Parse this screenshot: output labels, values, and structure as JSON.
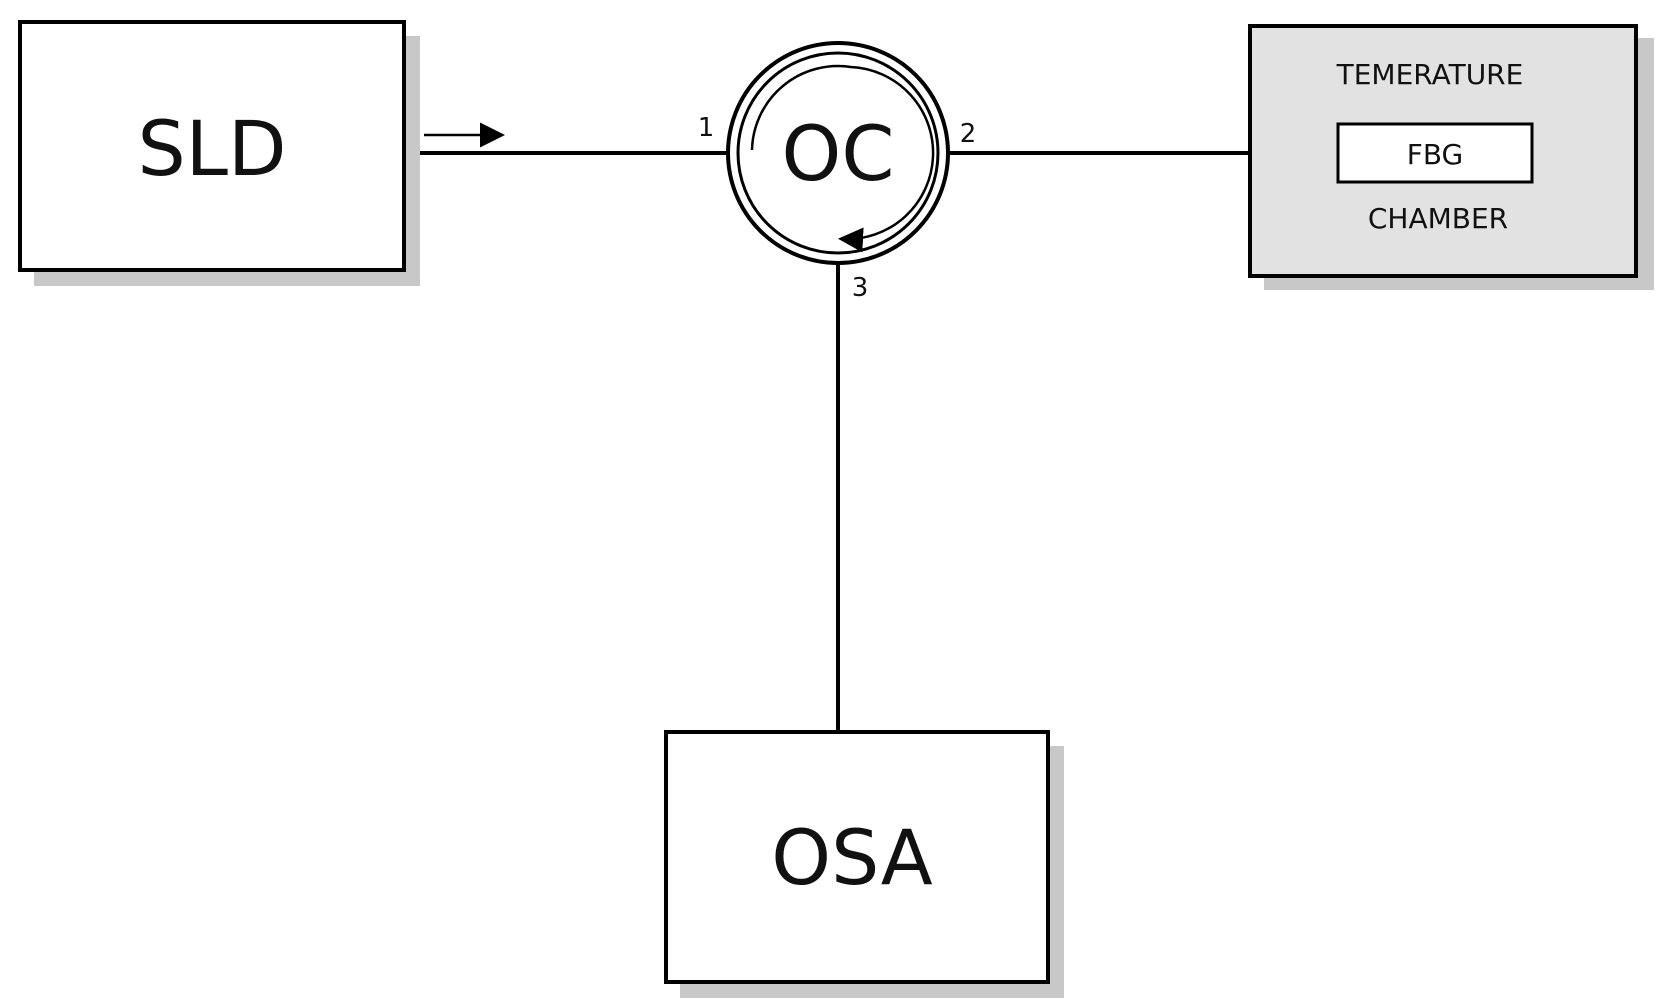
{
  "components": {
    "source": {
      "label": "SLD"
    },
    "circulator": {
      "label": "OC",
      "ports": {
        "p1": "1",
        "p2": "2",
        "p3": "3"
      }
    },
    "chamber": {
      "label_top": "TEMERATURE",
      "label_bottom": "CHAMBER",
      "sensor": {
        "label": "FBG"
      }
    },
    "analyzer": {
      "label": "OSA"
    }
  },
  "colors": {
    "stroke": "#000000",
    "chamber_fill": "#e2e2e2",
    "shadow": "#c8c8c8"
  }
}
